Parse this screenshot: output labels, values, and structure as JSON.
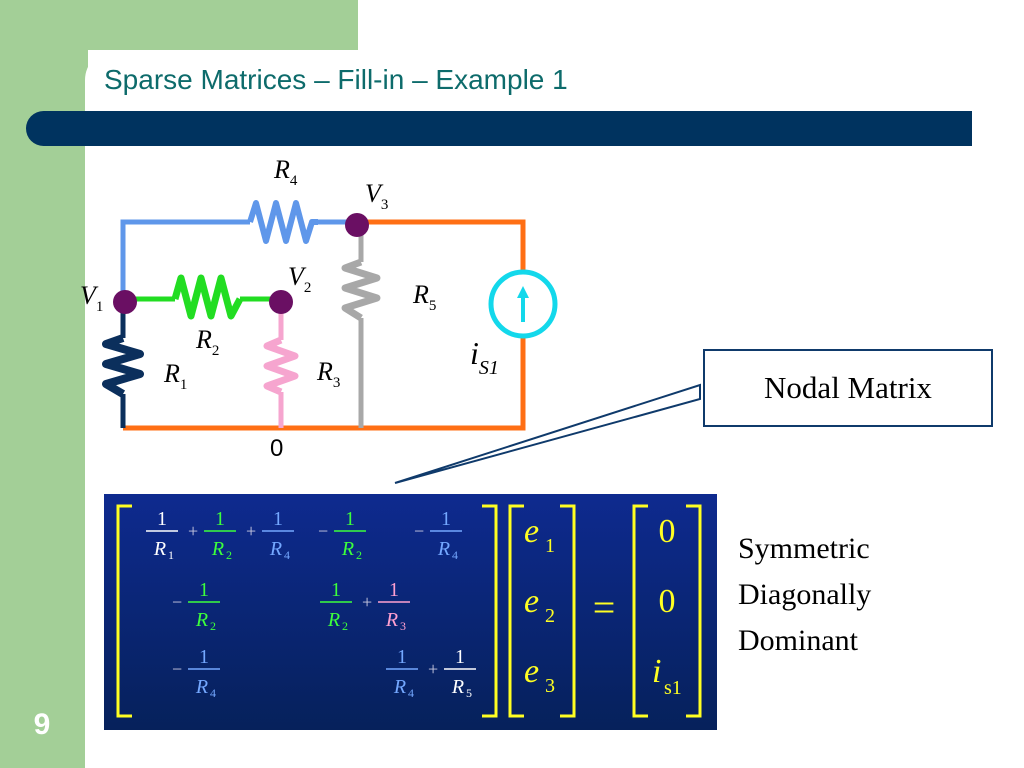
{
  "slide": {
    "title": "Sparse Matrices – Fill-in – Example 1",
    "page_number": "9",
    "colors": {
      "sidebar": "#a3cf97",
      "title_text": "#0d6b6b",
      "title_bar": "#00335f"
    }
  },
  "circuit": {
    "labels": {
      "r4": {
        "base": "R",
        "sub": "4"
      },
      "v3": {
        "base": "V",
        "sub": "3"
      },
      "v2": {
        "base": "V",
        "sub": "2"
      },
      "v1": {
        "base": "V",
        "sub": "1"
      },
      "r5": {
        "base": "R",
        "sub": "5"
      },
      "r2": {
        "base": "R",
        "sub": "2"
      },
      "r1": {
        "base": "R",
        "sub": "1"
      },
      "r3": {
        "base": "R",
        "sub": "3"
      },
      "is1": {
        "base": "i",
        "sub": "S1"
      },
      "ground": "0"
    },
    "colors": {
      "r4_branch": "#5f97ea",
      "r2_branch": "#22dd22",
      "r3_branch": "#f6a5cf",
      "r5_branch": "#a8a8a8",
      "source_branch": "#ff6f14",
      "r1_branch": "#0b2f5c",
      "node": "#6a0f63",
      "source": "#13d8eb"
    }
  },
  "callout": {
    "text": "Nodal Matrix"
  },
  "matrix": {
    "rows": [
      [
        [
          {
            "sign": "",
            "num": "1",
            "base": "R",
            "sub": "1",
            "color": "#ffffff"
          },
          {
            "sign": "+",
            "num": "1",
            "base": "R",
            "sub": "2",
            "color": "#3cff3c"
          },
          {
            "sign": "+",
            "num": "1",
            "base": "R",
            "sub": "4",
            "color": "#74a8ff"
          }
        ],
        [
          {
            "sign": "−",
            "num": "1",
            "base": "R",
            "sub": "2",
            "color": "#3cff3c"
          }
        ],
        [
          {
            "sign": "−",
            "num": "1",
            "base": "R",
            "sub": "4",
            "color": "#74a8ff"
          }
        ]
      ],
      [
        [
          {
            "sign": "−",
            "num": "1",
            "base": "R",
            "sub": "2",
            "color": "#3cff3c"
          }
        ],
        [
          {
            "sign": "",
            "num": "1",
            "base": "R",
            "sub": "2",
            "color": "#3cff3c"
          },
          {
            "sign": "+",
            "num": "1",
            "base": "R",
            "sub": "3",
            "color": "#ffa0d0"
          }
        ],
        []
      ],
      [
        [
          {
            "sign": "−",
            "num": "1",
            "base": "R",
            "sub": "4",
            "color": "#74a8ff"
          }
        ],
        [],
        [
          {
            "sign": "",
            "num": "1",
            "base": "R",
            "sub": "4",
            "color": "#74a8ff"
          },
          {
            "sign": "+",
            "num": "1",
            "base": "R",
            "sub": "5",
            "color": "#ffffff"
          }
        ]
      ]
    ],
    "unknowns": [
      {
        "base": "e",
        "sub": "1"
      },
      {
        "base": "e",
        "sub": "2"
      },
      {
        "base": "e",
        "sub": "3"
      }
    ],
    "equals": "=",
    "rhs": [
      {
        "base": "0",
        "sub": ""
      },
      {
        "base": "0",
        "sub": ""
      },
      {
        "base": "i",
        "sub": "s1"
      }
    ],
    "colors": {
      "bracket": "#ffff22",
      "entries": "#ffff22"
    }
  },
  "properties": [
    "Symmetric",
    "Diagonally",
    "Dominant"
  ]
}
